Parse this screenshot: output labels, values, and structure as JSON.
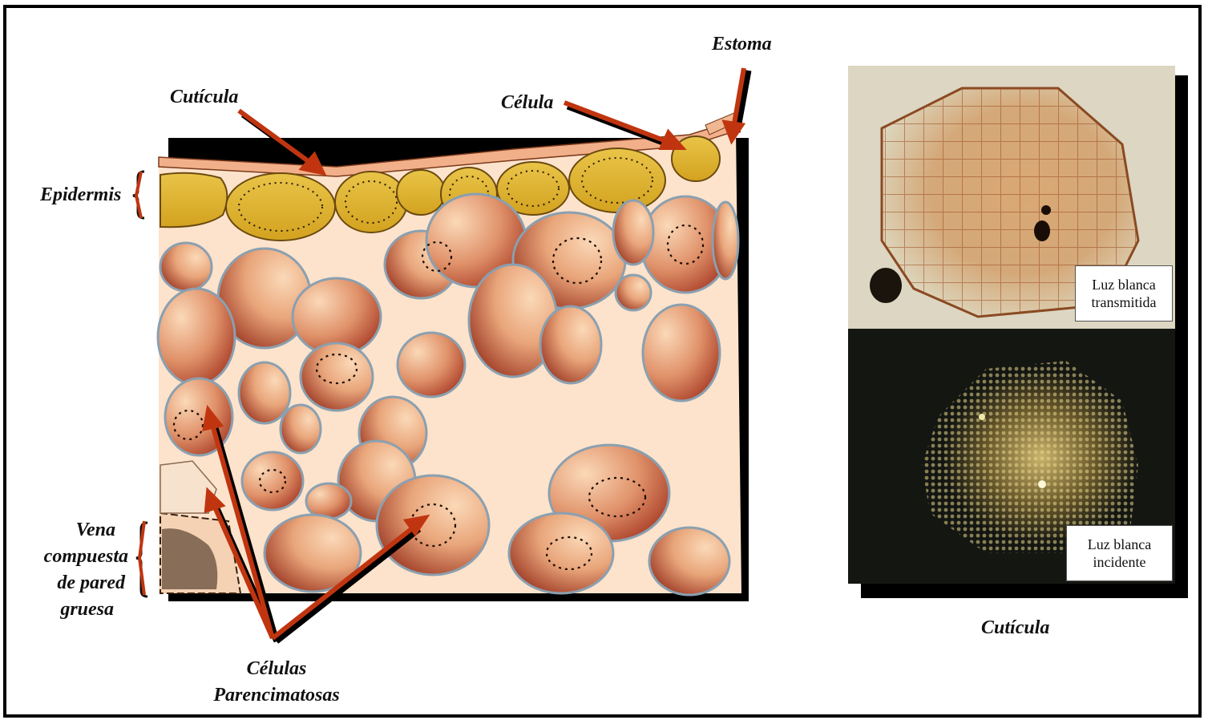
{
  "labels": {
    "estoma": "Estoma",
    "cuticula_top": "Cutícula",
    "celula": "Célula",
    "epidermis": "Epidermis",
    "vena_line1": "Vena",
    "vena_line2": "compuesta",
    "vena_line3": "de pared",
    "vena_line4": "gruesa",
    "parenq_line1": "Células",
    "parenq_line2": "Parencimatosas",
    "cuticula_caption": "Cutícula"
  },
  "photos": {
    "top_line1": "Luz blanca",
    "top_line2": "transmitida",
    "bottom_line1": "Luz blanca",
    "bottom_line2": "incidente"
  },
  "colors": {
    "arrow": "#c0350f",
    "epidermis_cell": "#e8bf3a",
    "tissue_bg": "#fde3cc",
    "cell_dark": "#9c2a18",
    "cell_light": "#f6c9a2"
  }
}
